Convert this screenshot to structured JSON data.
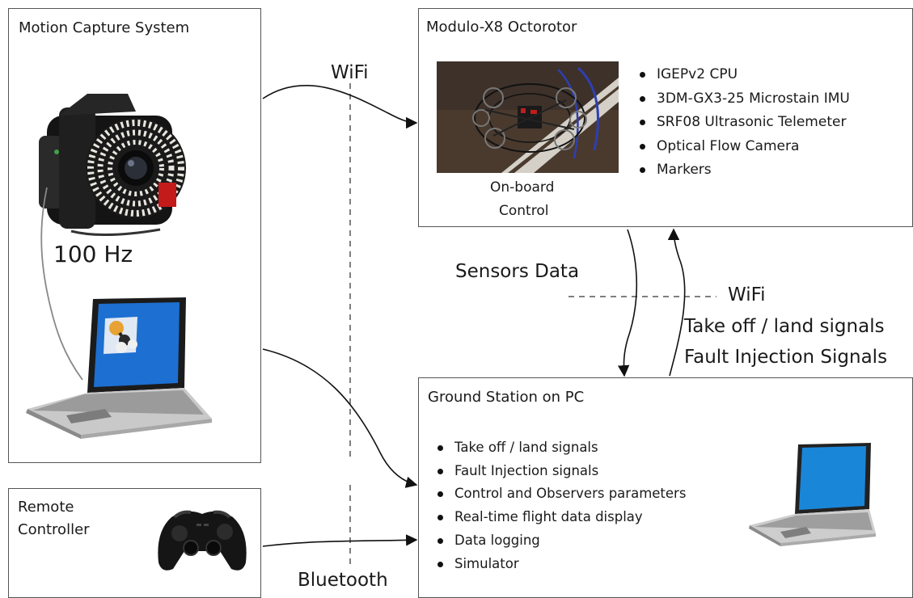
{
  "motion_capture": {
    "title": "Motion Capture System",
    "rate_label": "100 Hz"
  },
  "octorotor": {
    "title": "Modulo-X8 Octorotor",
    "photo_caption_line1": "On-board",
    "photo_caption_line2": "Control",
    "components": [
      "IGEPv2 CPU",
      "3DM-GX3-25 Microstain IMU",
      "SRF08 Ultrasonic Telemeter",
      "Optical Flow Camera",
      "Markers"
    ]
  },
  "ground_station": {
    "title": "Ground Station on PC",
    "functions": [
      "Take off / land signals",
      "Fault Injection signals",
      "Control and Observers parameters",
      "Real-time flight data display",
      "Data logging",
      "Simulator"
    ]
  },
  "remote": {
    "title_line1": "Remote",
    "title_line2": "Controller"
  },
  "links": {
    "wifi_top": "WiFi",
    "sensors_data": "Sensors Data",
    "wifi_mid": "WiFi",
    "takeoff_signals": "Take off / land signals",
    "fault_signals": "Fault Injection Signals",
    "bluetooth": "Bluetooth"
  }
}
